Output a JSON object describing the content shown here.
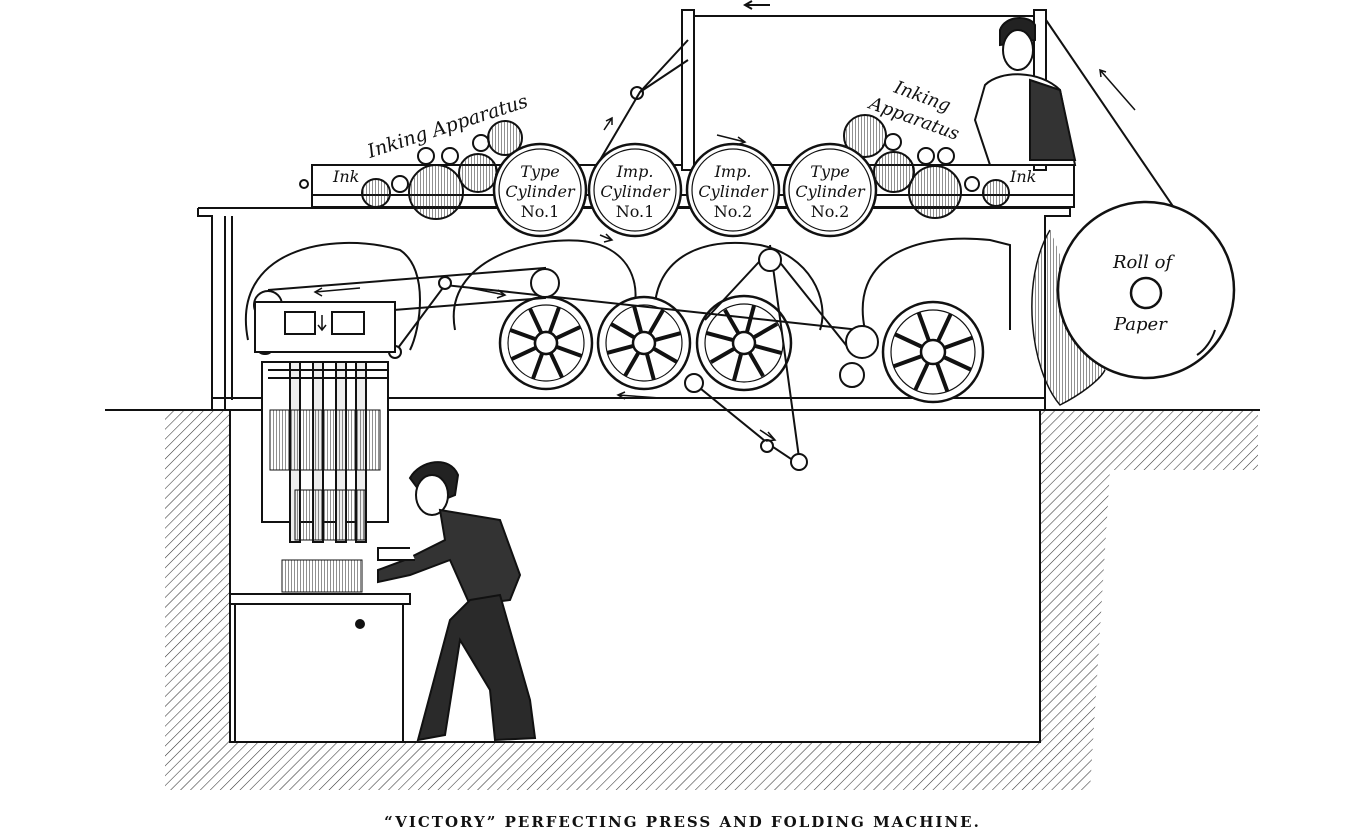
{
  "labels": {
    "inking_left": "Inking Apparatus",
    "inking_right_1": "Inking",
    "inking_right_2": "Apparatus",
    "ink_left": "Ink",
    "ink_right": "Ink",
    "roll_1": "Roll of",
    "roll_2": "Paper"
  },
  "cylinders": [
    {
      "line1": "Type",
      "line2": "Cylinder",
      "line3": "No.1"
    },
    {
      "line1": "Imp.",
      "line2": "Cylinder",
      "line3": "No.1"
    },
    {
      "line1": "Imp.",
      "line2": "Cylinder",
      "line3": "No.2"
    },
    {
      "line1": "Type",
      "line2": "Cylinder",
      "line3": "No.2"
    }
  ],
  "caption": "“VICTORY” PERFECTING PRESS AND FOLDING MACHINE."
}
